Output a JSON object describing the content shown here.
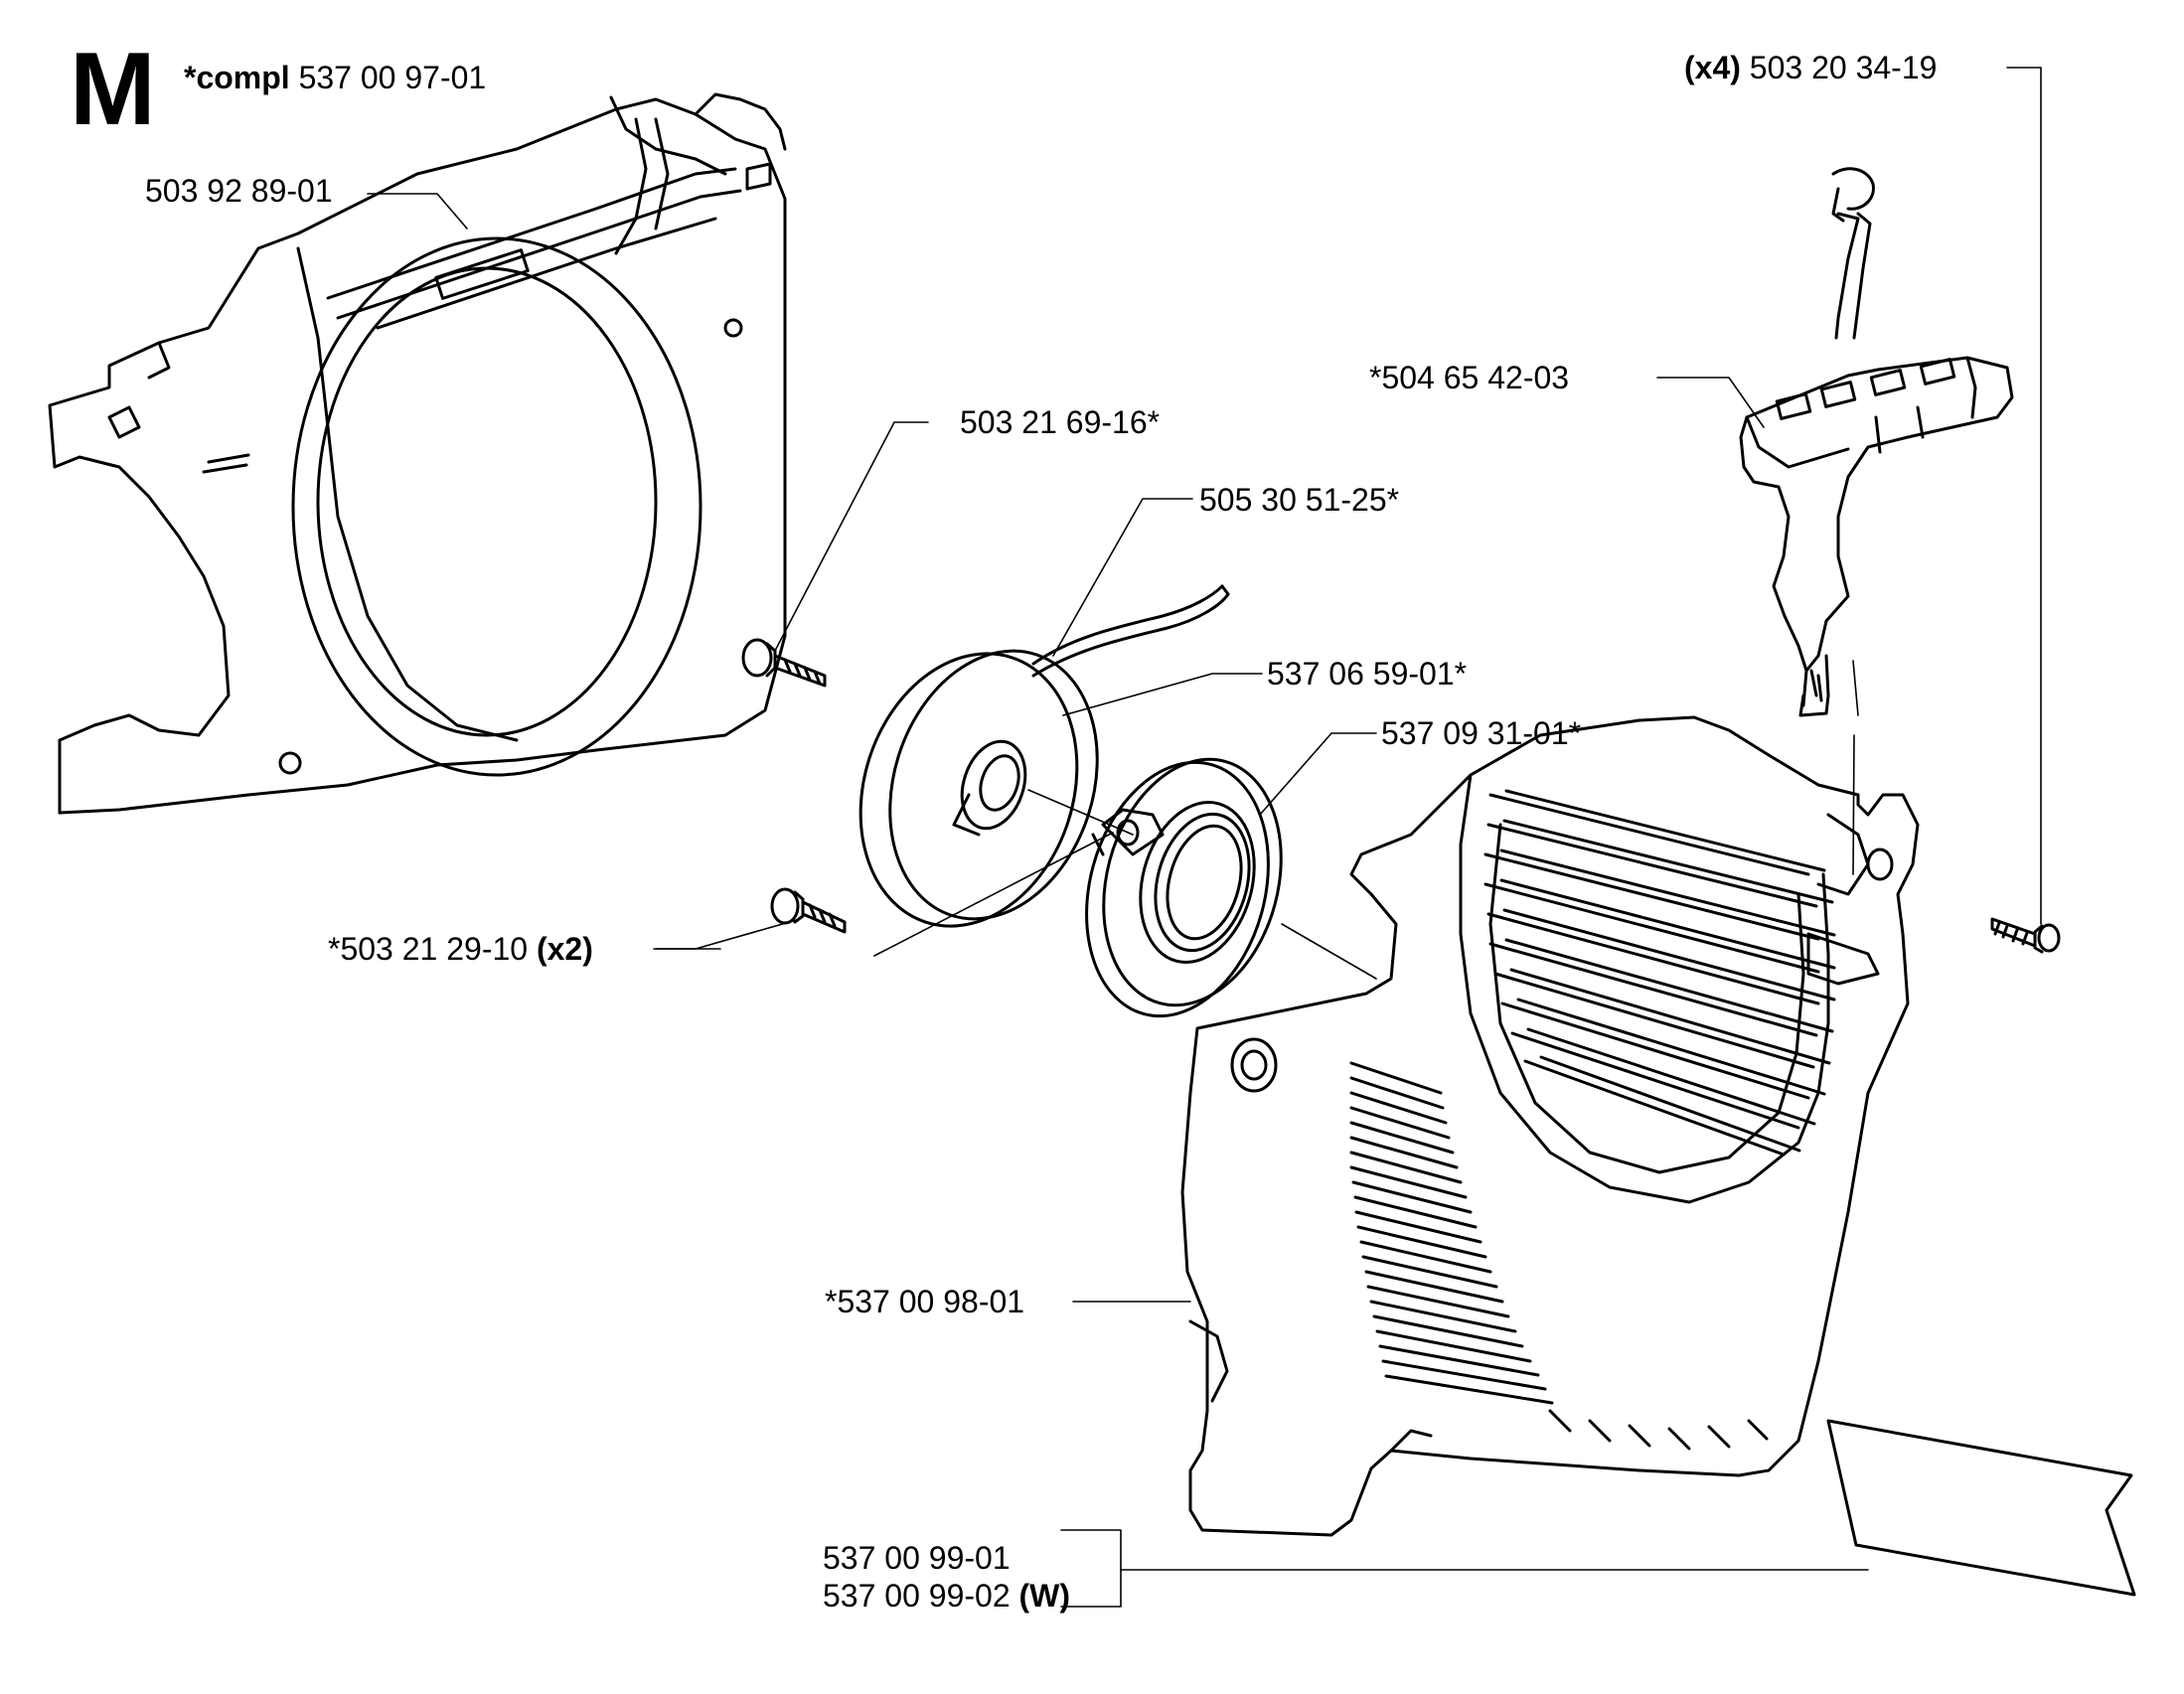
{
  "section": "M",
  "compl": {
    "prefix": "*compl",
    "part": "537 00 97-01"
  },
  "labels": {
    "housing_cover": "503 92 89-01",
    "screw_top": "503 20 34-19",
    "screw_top_qty": "(x4)",
    "handle": "*504 65 42-03",
    "screw_pulley": "503 21 69-16*",
    "rope": "505 30 51-25*",
    "pulley": "537 06 59-01*",
    "spring": "537 09 31-01*",
    "screw_spring": "*503 21 29-10",
    "screw_spring_qty": "(x2)",
    "starter_cover": "*537 00 98-01",
    "decal_1": "537 00 99-01",
    "decal_2": "537 00 99-02",
    "decal_2_suffix": "(W)"
  }
}
